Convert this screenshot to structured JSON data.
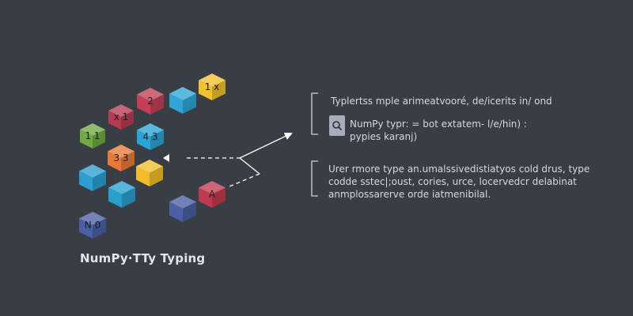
{
  "caption": "NumPy·TTy Typing",
  "cubes": [
    {
      "name": "cube-yellow-1x",
      "label": "1 x",
      "color": "#f2c12e"
    },
    {
      "name": "cube-red-2",
      "label": "2",
      "color": "#c23f55"
    },
    {
      "name": "cube-blue-top",
      "label": "",
      "color": "#2ea5d6"
    },
    {
      "name": "cube-red-x1",
      "label": "x 1",
      "color": "#b83a52"
    },
    {
      "name": "cube-green-11",
      "label": "1 1",
      "color": "#6faa43"
    },
    {
      "name": "cube-blue-43",
      "label": "4 3",
      "color": "#29a4d4"
    },
    {
      "name": "cube-orange-33",
      "label": "3 3",
      "color": "#e87a36"
    },
    {
      "name": "cube-yellow-mid",
      "label": "",
      "color": "#f1bd2a"
    },
    {
      "name": "cube-blue-left",
      "label": "",
      "color": "#2c9ed1"
    },
    {
      "name": "cube-blue-lower",
      "label": "",
      "color": "#2a9fcf"
    },
    {
      "name": "cube-navy-no",
      "label": "N 0",
      "color": "#4b5fa8"
    },
    {
      "name": "cube-navy-right",
      "label": "",
      "color": "#4a5fa4"
    },
    {
      "name": "cube-red-a",
      "label": "A",
      "color": "#c0394f"
    }
  ],
  "panel_top": {
    "line1": "Typlertss mple arimeatvooré, de/icerits in/ ond",
    "search_icon": "search-icon",
    "line2": "NumPy  typr:  = bot extatem- l/e/hin) :",
    "line3": "pypies karanj)"
  },
  "panel_bottom": {
    "line1": "Urer rmore type an.umalssivedistiatyos cold drus, type",
    "line2": "codde sstec|;oust, cories, urce, locervedcr delabinat",
    "line3": "anmplossarerve orde iatmenibilal."
  }
}
